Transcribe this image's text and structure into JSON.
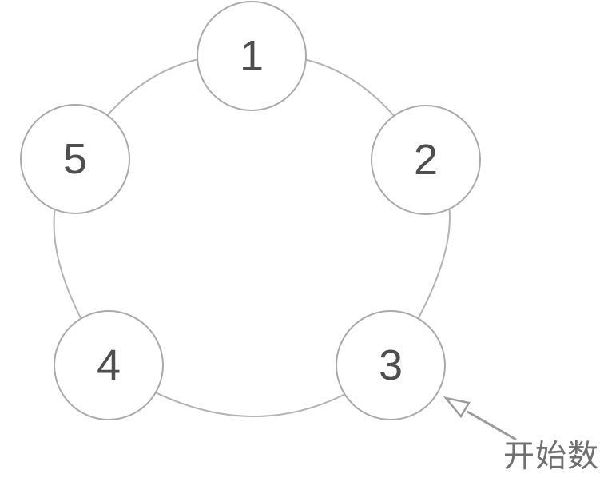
{
  "diagram": {
    "nodes": [
      {
        "id": 1,
        "label": "1"
      },
      {
        "id": 2,
        "label": "2"
      },
      {
        "id": 3,
        "label": "3"
      },
      {
        "id": 4,
        "label": "4"
      },
      {
        "id": 5,
        "label": "5"
      }
    ],
    "annotation": {
      "label": "开始数"
    },
    "colors": {
      "node_stroke": "#a9a9a9",
      "arc_stroke": "#b3b3b3",
      "digit": "#4e4e4e",
      "arrow": "#9b9b9b",
      "annotation_text": "#6f6f6f",
      "background": "#ffffff"
    }
  }
}
